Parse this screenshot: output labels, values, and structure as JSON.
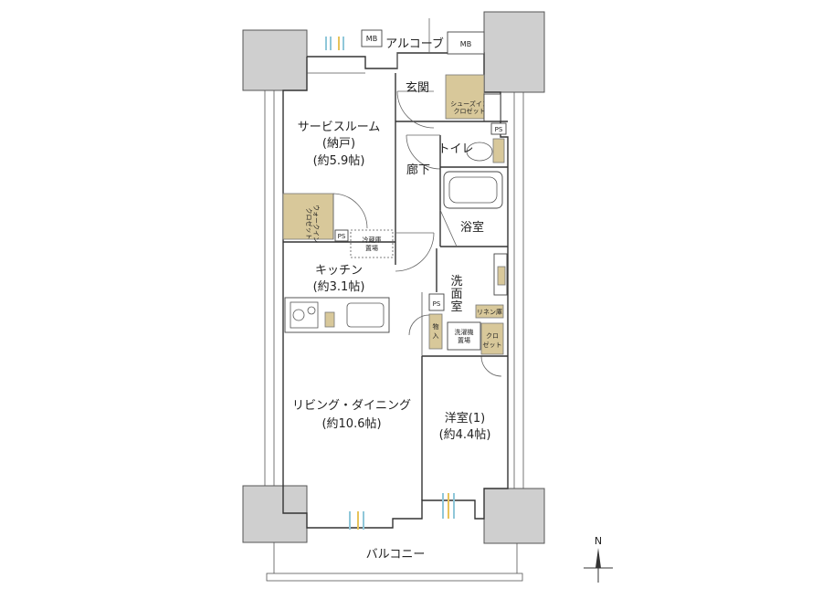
{
  "rooms": {
    "service_room": "サービスルーム",
    "service_room_sub": "(納戸)",
    "service_room_size": "(約5.9帖)",
    "alcove": "アルコーブ",
    "entrance": "玄関",
    "shoes_closet_1": "シューズイン",
    "shoes_closet_2": "クロゼット",
    "toilet": "トイレ",
    "corridor": "廊下",
    "bath": "浴室",
    "walkin_1": "ウォークイン",
    "walkin_2": "クロゼット",
    "fridge_1": "冷蔵庫",
    "fridge_2": "置場",
    "kitchen": "キッチン",
    "kitchen_size": "(約3.1帖)",
    "washroom_1": "洗",
    "washroom_2": "面",
    "washroom_3": "室",
    "linen": "リネン庫",
    "storage_1": "物",
    "storage_2": "入",
    "washer_1": "洗濯機",
    "washer_2": "置場",
    "closet_1": "クロ",
    "closet_2": "ゼット",
    "living": "リビング・ダイニング",
    "living_size": "(約10.6帖)",
    "western": "洋室(1)",
    "western_size": "(約4.4帖)",
    "balcony": "バルコニー"
  },
  "tags": {
    "mb": "MB",
    "ps": "PS"
  },
  "compass": {
    "north": "N"
  },
  "colors": {
    "closet": "#d8c89a",
    "column": "#cfcfcf",
    "wall": "#333333",
    "vent_blue": "#8fc7d9",
    "vent_yellow": "#e7c35a"
  }
}
